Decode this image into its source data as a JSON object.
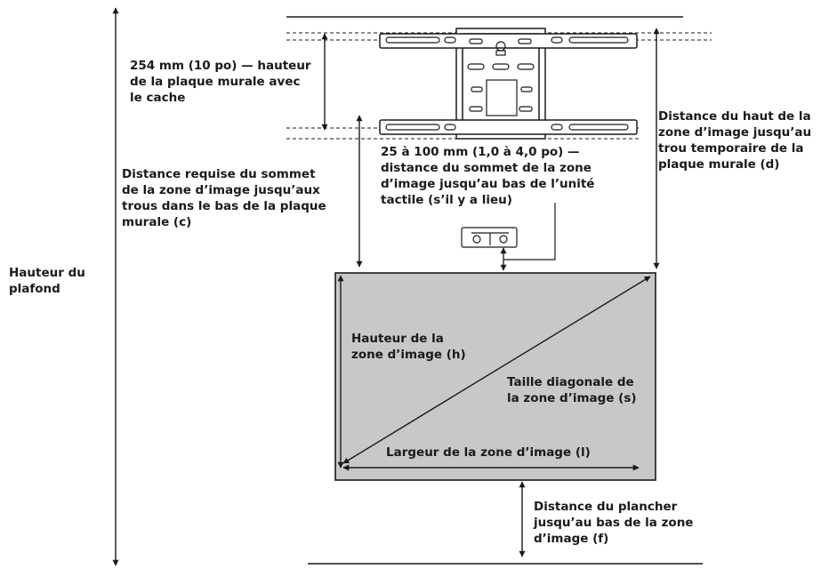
{
  "labels": {
    "ceiling_height": "Hauteur du\nplafond",
    "plate_height": "254 mm (10 po) — hauteur\nde la plaque murale avec\nle cache",
    "required_distance": "Distance requise du sommet\nde la zone d’image jusqu’aux\ntrous dans le bas de la plaque\nmurale (c)",
    "touch_unit_distance": "25 à 100 mm (1,0 à 4,0 po) —\ndistance du sommet de la zone\nd’image jusqu’au bas de l’unité\ntactile (s’il y a lieu)",
    "top_to_temp_hole": "Distance du haut de la\nzone d’image jusqu’au\ntrou temporaire de la\nplaque murale (d)",
    "image_height": "Hauteur de la\nzone d’image (h)",
    "diagonal_size": "Taille diagonale de\nla zone d’image (s)",
    "image_width": "Largeur de la zone d’image (l)",
    "floor_distance": "Distance du plancher\njusqu’au bas de la zone\nd’image (f)"
  },
  "colors": {
    "ink": "#1a1a1a",
    "screen_fill": "#c8c8c8",
    "plate_fill": "#ffffff"
  }
}
